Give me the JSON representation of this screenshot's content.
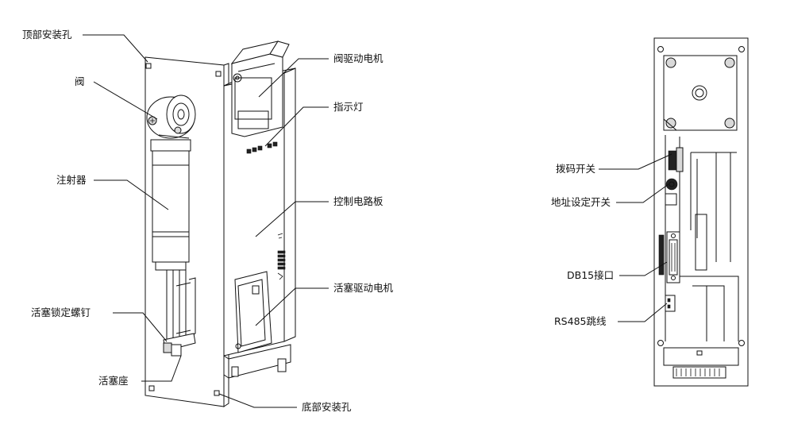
{
  "labels": {
    "top_mount_hole": "顶部安装孔",
    "valve": "阀",
    "syringe": "注射器",
    "plunger_lock_screw": "活塞锁定螺钉",
    "plunger_seat": "活塞座",
    "valve_motor": "阀驱动电机",
    "indicator_light": "指示灯",
    "control_board": "控制电路板",
    "plunger_motor": "活塞驱动电机",
    "bottom_mount_hole": "底部安装孔",
    "dip_switch": "拨码开关",
    "address_switch": "地址设定开关",
    "db15_port": "DB15接口",
    "rs485_jumper": "RS485跳线"
  },
  "colors": {
    "line": "#111111",
    "background": "#ffffff"
  }
}
